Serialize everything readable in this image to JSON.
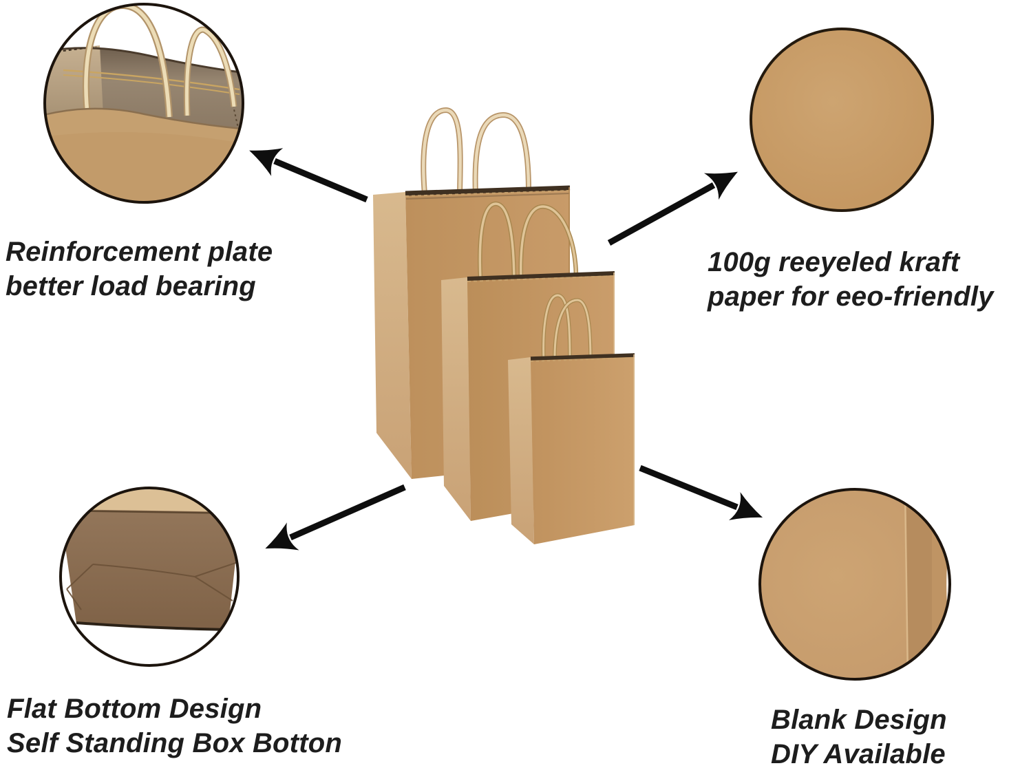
{
  "image_type": "product feature infographic",
  "product": {
    "subject": "brown kraft paper gift bags with twisted paper handles",
    "bag_count": "3"
  },
  "features": [
    {
      "id": "reinforcement-plate",
      "position": "top-left",
      "line1": "Reinforcement plate",
      "line2": "better load bearing"
    },
    {
      "id": "recycled-paper",
      "position": "top-right",
      "line1": "100g reeyeled kraft",
      "line2": "paper for eeo-friendly"
    },
    {
      "id": "flat-bottom",
      "position": "bottom-left",
      "line1": "Flat Bottom Design",
      "line2": "Self Standing Box Botton"
    },
    {
      "id": "blank-design",
      "position": "bottom-right",
      "line1": "Blank Design",
      "line2": "DIY Available"
    }
  ],
  "colors": {
    "background": "#ffffff",
    "text": "#1d1d1d",
    "arrow": "#0e0e0e",
    "circle_border": "#221910",
    "kraft_paper": "#c89a63",
    "kraft_dark_bottom": "#8a6a4d",
    "bag_front": "#c39562",
    "bag_side": "#d2ae81",
    "handle_light": "#ead9b8"
  }
}
